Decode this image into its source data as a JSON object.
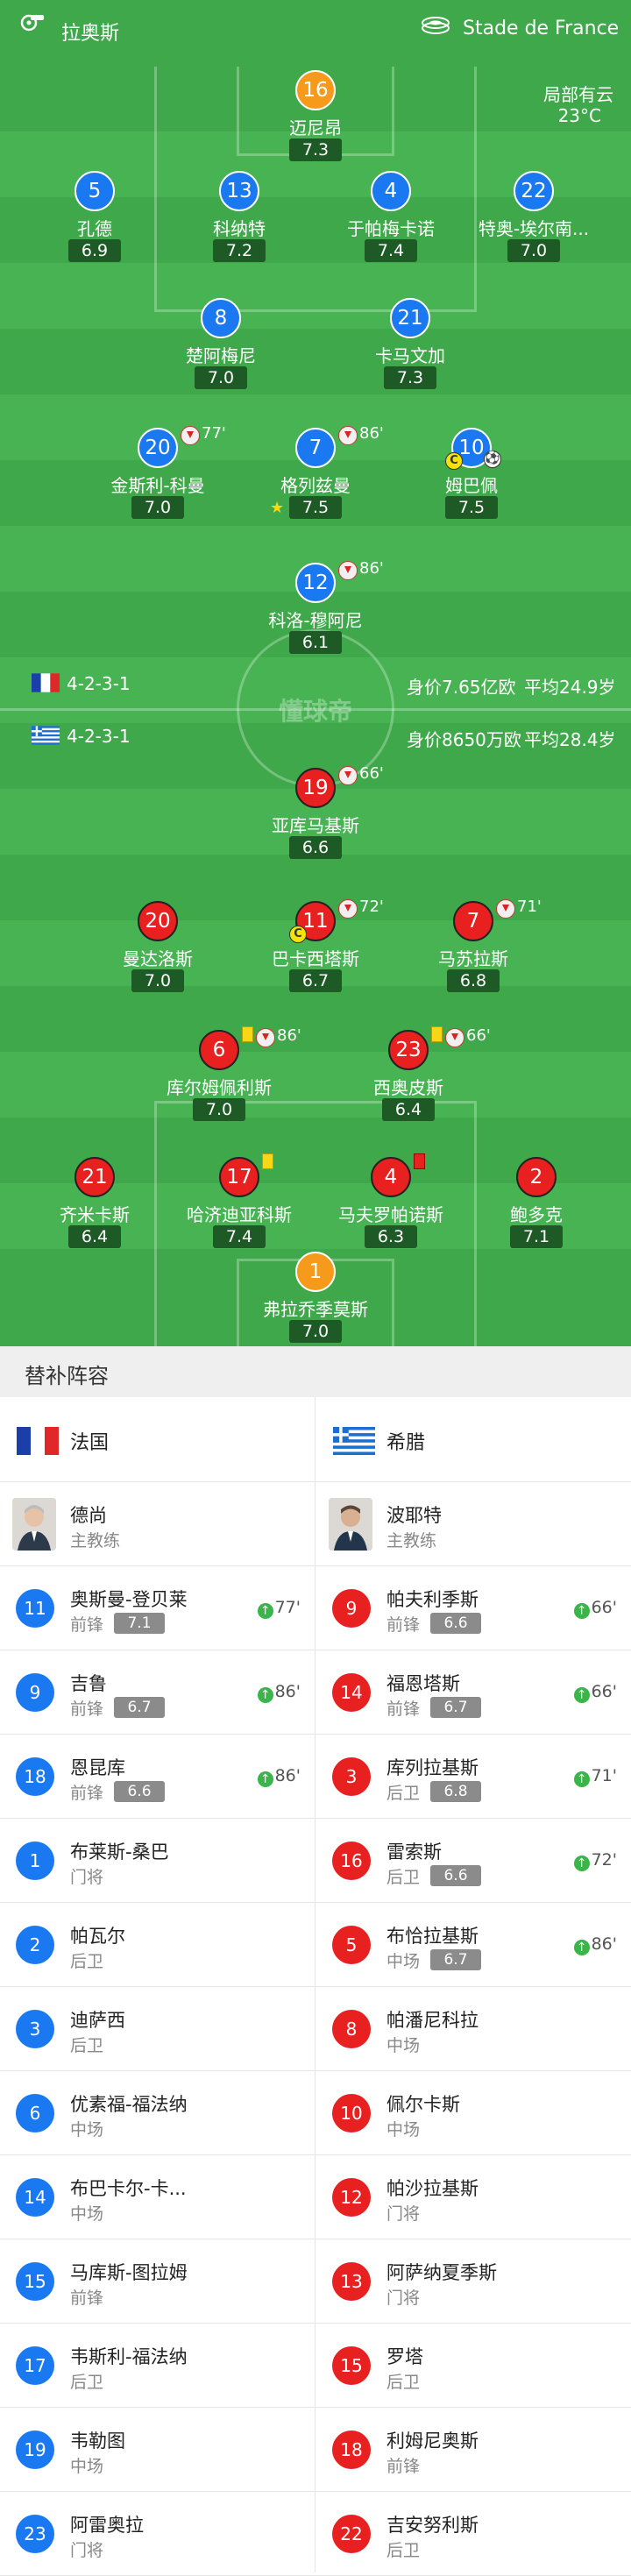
{
  "header": {
    "home_team": "拉奥斯",
    "stadium": "Stade de France",
    "weather": "局部有云",
    "temperature": "23°C"
  },
  "watermark": "懂球帝",
  "home_formation": {
    "formation": "4-2-3-1",
    "value": "身价7.65亿欧",
    "age": "平均24.9岁",
    "flag": "france"
  },
  "away_formation": {
    "formation": "4-2-3-1",
    "value": "身价8650万欧",
    "age": "平均28.4岁",
    "flag": "greece"
  },
  "home_players": [
    {
      "number": "16",
      "name": "迈尼昂",
      "rating": "7.3",
      "color": "orange"
    },
    {
      "number": "5",
      "name": "孔德",
      "rating": "6.9",
      "color": "blue"
    },
    {
      "number": "13",
      "name": "科纳特",
      "rating": "7.2",
      "color": "blue"
    },
    {
      "number": "4",
      "name": "于帕梅卡诺",
      "rating": "7.4",
      "color": "blue"
    },
    {
      "number": "22",
      "name": "特奥-埃尔南...",
      "rating": "7.0",
      "color": "blue"
    },
    {
      "number": "8",
      "name": "楚阿梅尼",
      "rating": "7.0",
      "color": "blue"
    },
    {
      "number": "21",
      "name": "卡马文加",
      "rating": "7.3",
      "color": "blue"
    },
    {
      "number": "20",
      "name": "金斯利-科曼",
      "rating": "7.0",
      "color": "blue",
      "sub_minute": "77'"
    },
    {
      "number": "7",
      "name": "格列兹曼",
      "rating": "7.5",
      "color": "blue",
      "sub_minute": "86'",
      "star": true
    },
    {
      "number": "10",
      "name": "姆巴佩",
      "rating": "7.5",
      "color": "blue",
      "captain": "C",
      "goal": true
    },
    {
      "number": "12",
      "name": "科洛-穆阿尼",
      "rating": "6.1",
      "color": "blue",
      "sub_minute": "86'"
    }
  ],
  "away_players": [
    {
      "number": "19",
      "name": "亚库马基斯",
      "rating": "6.6",
      "color": "red",
      "sub_minute": "66'"
    },
    {
      "number": "20",
      "name": "曼达洛斯",
      "rating": "7.0",
      "color": "red"
    },
    {
      "number": "11",
      "name": "巴卡西塔斯",
      "rating": "6.7",
      "color": "red",
      "sub_minute": "72'",
      "captain": "C"
    },
    {
      "number": "7",
      "name": "马苏拉斯",
      "rating": "6.8",
      "color": "red",
      "sub_minute": "71'"
    },
    {
      "number": "6",
      "name": "库尔姆佩利斯",
      "rating": "7.0",
      "color": "red",
      "sub_minute": "86'",
      "card": "yellow"
    },
    {
      "number": "23",
      "name": "西奥皮斯",
      "rating": "6.4",
      "color": "red",
      "sub_minute": "66'",
      "card": "yellow"
    },
    {
      "number": "21",
      "name": "齐米卡斯",
      "rating": "6.4",
      "color": "red"
    },
    {
      "number": "17",
      "name": "哈济迪亚科斯",
      "rating": "7.4",
      "color": "red",
      "card": "yellow"
    },
    {
      "number": "4",
      "name": "马夫罗帕诺斯",
      "rating": "6.3",
      "color": "red",
      "card": "red"
    },
    {
      "number": "2",
      "name": "鲍多克",
      "rating": "7.1",
      "color": "red"
    },
    {
      "number": "1",
      "name": "弗拉乔季莫斯",
      "rating": "7.0",
      "color": "orange"
    }
  ],
  "subs": {
    "title": "替补阵容",
    "home": {
      "team": "法国",
      "coach": {
        "name": "德尚",
        "role": "主教练"
      },
      "players": [
        {
          "number": "11",
          "name": "奥斯曼-登贝莱",
          "pos": "前锋",
          "rating": "7.1",
          "sub_in": "77'"
        },
        {
          "number": "9",
          "name": "吉鲁",
          "pos": "前锋",
          "rating": "6.7",
          "sub_in": "86'"
        },
        {
          "number": "18",
          "name": "恩昆库",
          "pos": "前锋",
          "rating": "6.6",
          "sub_in": "86'"
        },
        {
          "number": "1",
          "name": "布莱斯-桑巴",
          "pos": "门将"
        },
        {
          "number": "2",
          "name": "帕瓦尔",
          "pos": "后卫"
        },
        {
          "number": "3",
          "name": "迪萨西",
          "pos": "后卫"
        },
        {
          "number": "6",
          "name": "优素福-福法纳",
          "pos": "中场"
        },
        {
          "number": "14",
          "name": "布巴卡尔-卡...",
          "pos": "中场"
        },
        {
          "number": "15",
          "name": "马库斯-图拉姆",
          "pos": "前锋"
        },
        {
          "number": "17",
          "name": "韦斯利-福法纳",
          "pos": "后卫"
        },
        {
          "number": "19",
          "name": "韦勒图",
          "pos": "中场"
        },
        {
          "number": "23",
          "name": "阿雷奥拉",
          "pos": "门将"
        }
      ]
    },
    "away": {
      "team": "希腊",
      "coach": {
        "name": "波耶特",
        "role": "主教练"
      },
      "players": [
        {
          "number": "9",
          "name": "帕夫利季斯",
          "pos": "前锋",
          "rating": "6.6",
          "sub_in": "66'"
        },
        {
          "number": "14",
          "name": "福恩塔斯",
          "pos": "前锋",
          "rating": "6.7",
          "sub_in": "66'"
        },
        {
          "number": "3",
          "name": "库列拉基斯",
          "pos": "后卫",
          "rating": "6.8",
          "sub_in": "71'"
        },
        {
          "number": "16",
          "name": "雷索斯",
          "pos": "后卫",
          "rating": "6.6",
          "sub_in": "72'"
        },
        {
          "number": "5",
          "name": "布恰拉基斯",
          "pos": "中场",
          "rating": "6.7",
          "sub_in": "86'"
        },
        {
          "number": "8",
          "name": "帕潘尼科拉",
          "pos": "中场"
        },
        {
          "number": "10",
          "name": "佩尔卡斯",
          "pos": "中场"
        },
        {
          "number": "12",
          "name": "帕沙拉基斯",
          "pos": "门将"
        },
        {
          "number": "13",
          "name": "阿萨纳夏季斯",
          "pos": "门将"
        },
        {
          "number": "15",
          "name": "罗塔",
          "pos": "后卫"
        },
        {
          "number": "18",
          "name": "利姆尼奥斯",
          "pos": "前锋"
        },
        {
          "number": "22",
          "name": "吉安努利斯",
          "pos": "后卫"
        }
      ]
    }
  }
}
